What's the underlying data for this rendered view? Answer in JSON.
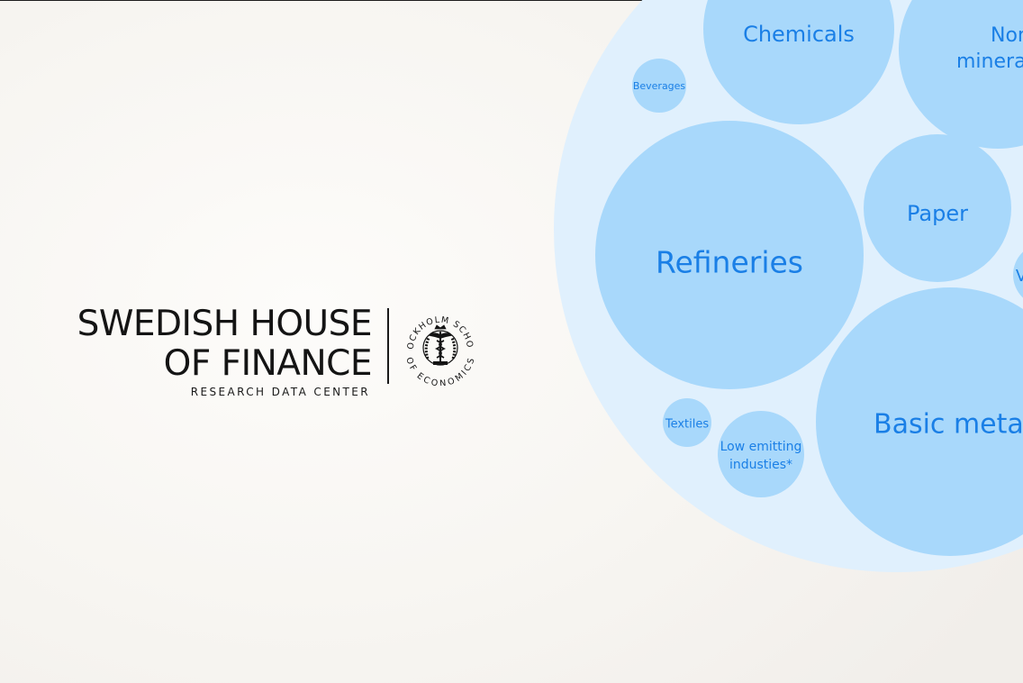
{
  "logo": {
    "line1": "SWEDISH HOUSE",
    "line2": "OF FINANCE",
    "subtitle": "RESEARCH DATA CENTER",
    "seal_top_text": "STOCKHOLM SCHOOL",
    "seal_bottom_text": "OF ECONOMICS",
    "seal_icon": "caduceus-emblem-icon"
  },
  "bubbles": {
    "chemicals": "Chemicals",
    "non_metallic_line1": "Non-meta",
    "non_metallic_line2": "minera",
    "beverages": "Beverages",
    "refineries": "Refineries",
    "paper": "Paper",
    "basic_metals": "Basic metals",
    "textiles": "Textiles",
    "low_emitting_line1": "Low emitting",
    "low_emitting_line2": "industies*",
    "partial_label": "V"
  },
  "colors": {
    "outer_circle": "#e0f0fd",
    "bubble_fill": "#a8d8fb",
    "label": "#1a7fe6",
    "logo_ink": "#141414"
  }
}
